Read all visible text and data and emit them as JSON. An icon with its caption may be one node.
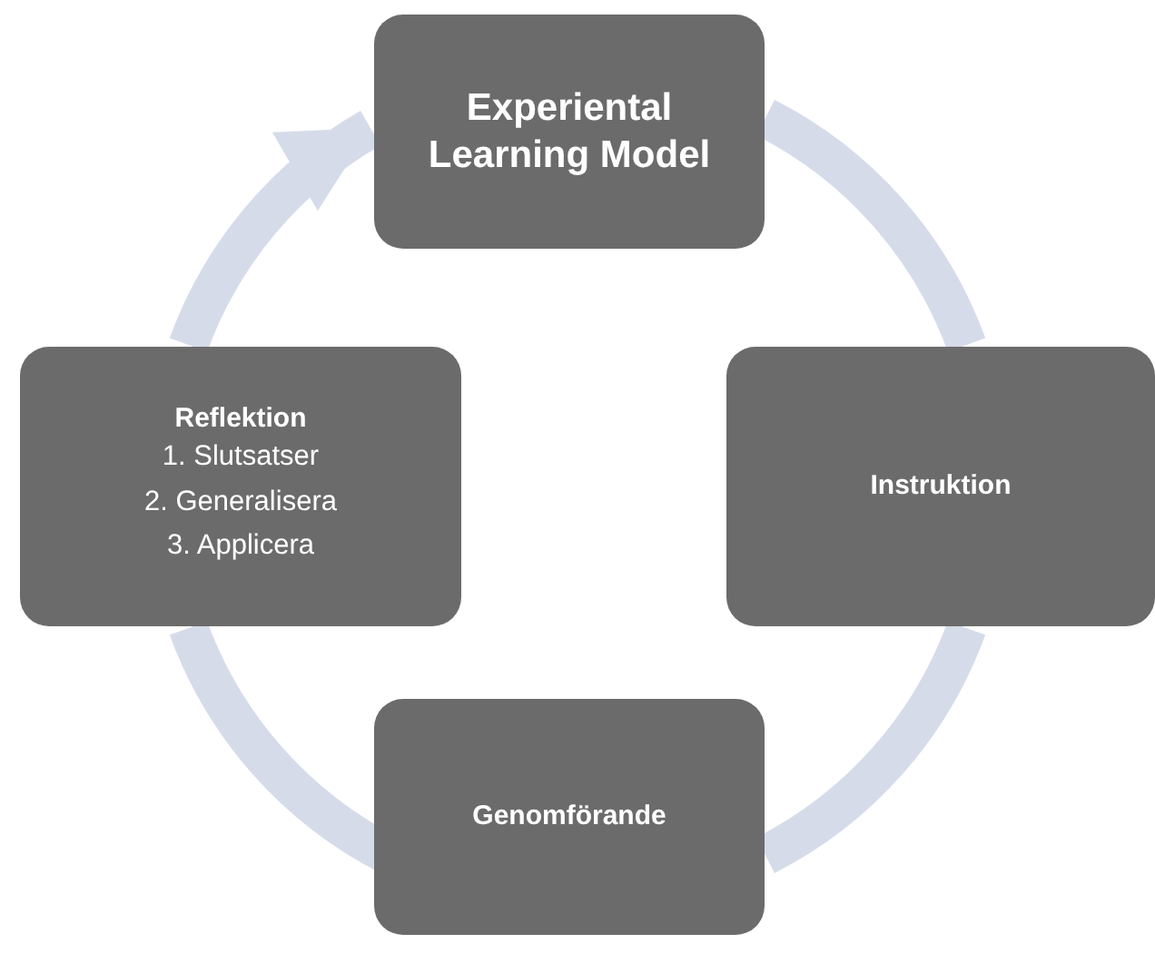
{
  "diagram": {
    "nodes": [
      {
        "text": [
          "Experiental Learning Model"
        ]
      },
      {
        "text": [
          "Instruktion"
        ]
      },
      {
        "text": [
          "Genomförande"
        ]
      },
      {
        "text": [
          "Reflektion",
          "1. Slutsatser",
          "2. Generalisera",
          "3. Applicera"
        ]
      }
    ],
    "edges": [
      {
        "from": 0,
        "to": 1,
        "arrow": "none"
      },
      {
        "from": 1,
        "to": 2,
        "arrow": "none"
      },
      {
        "from": 2,
        "to": 3,
        "arrow": "none"
      },
      {
        "from": 3,
        "to": 0,
        "arrow": "to"
      }
    ]
  }
}
